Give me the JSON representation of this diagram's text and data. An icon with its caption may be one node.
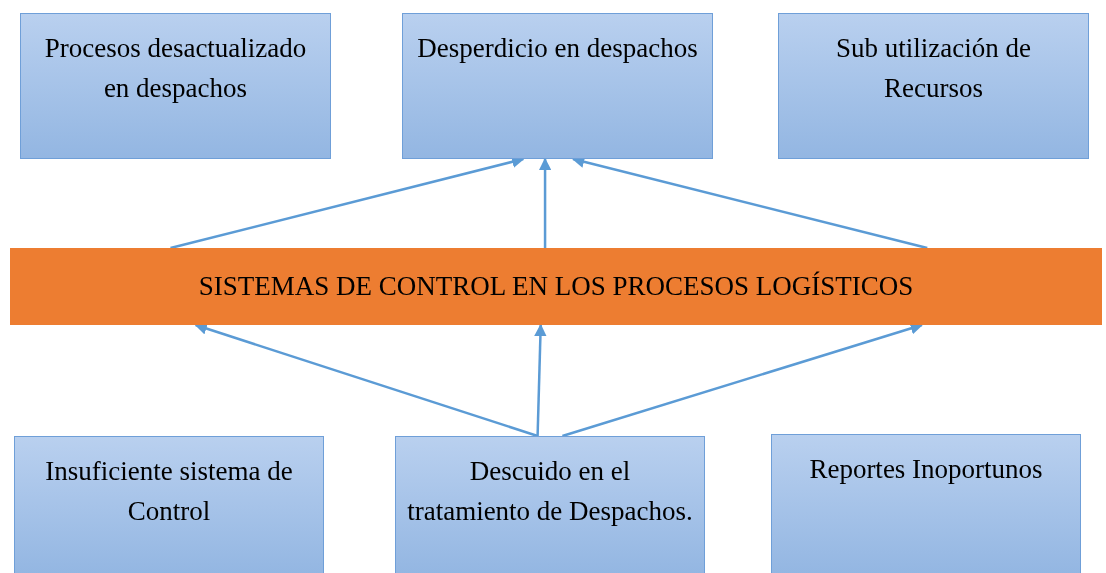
{
  "diagram": {
    "nodes": [
      {
        "text": [
          "Procesos desactualizado en despachos"
        ]
      },
      {
        "text": [
          "Desperdicio en despachos"
        ]
      },
      {
        "text": [
          "Sub utilización de Recursos"
        ]
      },
      {
        "text": [
          "SISTEMAS DE CONTROL EN LOS PROCESOS LOGÍSTICOS"
        ]
      },
      {
        "text": [
          "Insuficiente sistema de Control"
        ]
      },
      {
        "text": [
          "Descuido en el tratamiento de Despachos."
        ]
      },
      {
        "text": [
          "Reportes Inoportunos"
        ]
      }
    ],
    "edges": [
      {
        "from": 3,
        "to": 1,
        "arrow": "to"
      },
      {
        "from": 3,
        "to": 1,
        "arrow": "to"
      },
      {
        "from": 3,
        "to": 1,
        "arrow": "to"
      },
      {
        "from": 5,
        "to": 3,
        "arrow": "to"
      },
      {
        "from": 5,
        "to": 3,
        "arrow": "to"
      },
      {
        "from": 5,
        "to": 3,
        "arrow": "to"
      }
    ]
  }
}
